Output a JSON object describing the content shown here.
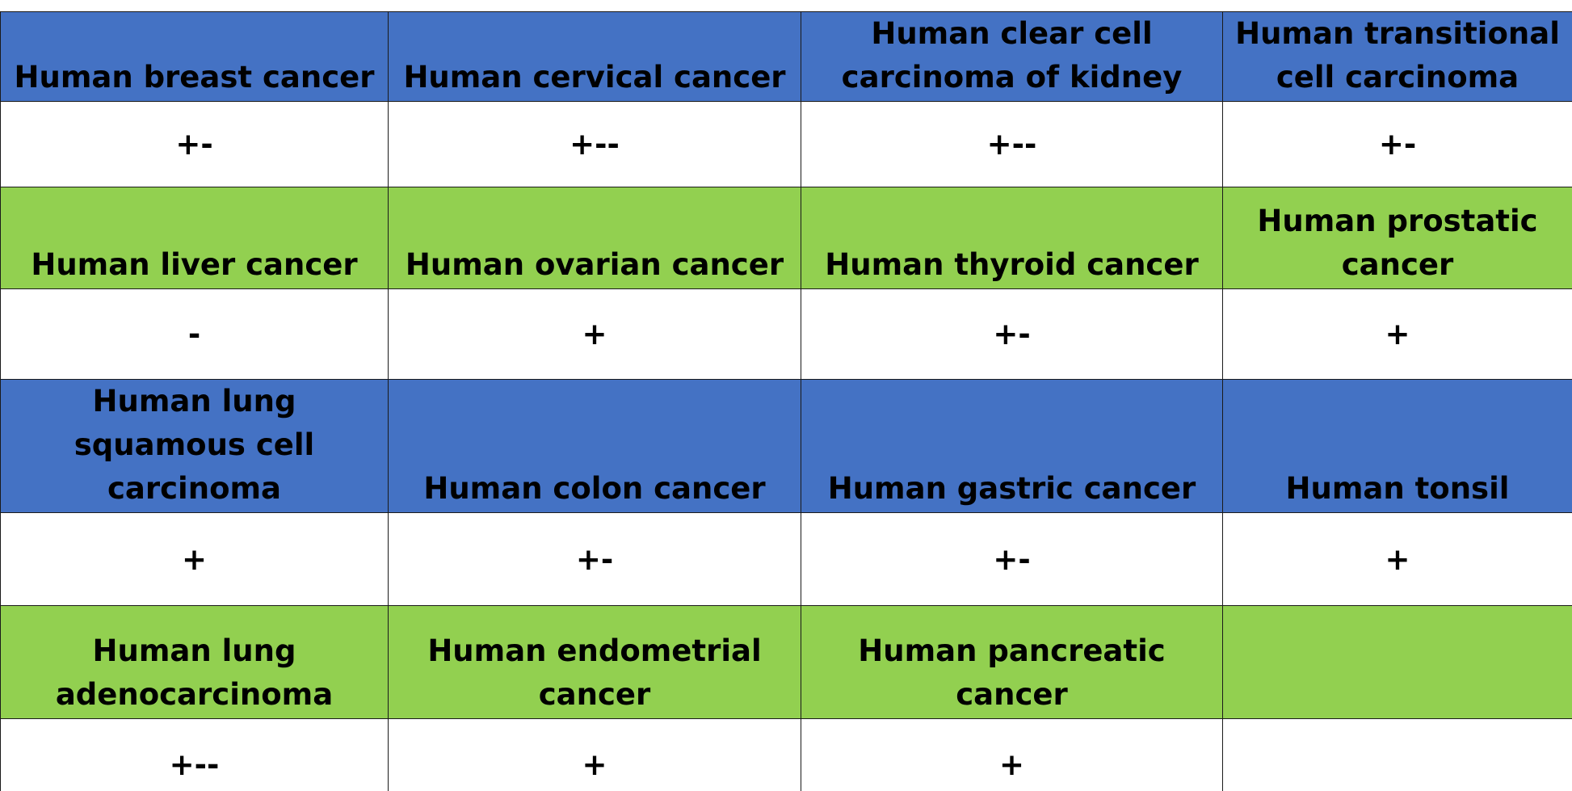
{
  "rows": [
    {
      "kind": "head",
      "color": "#4472c4",
      "cells": [
        "Human breast cancer",
        "Human cervical cancer",
        "Human clear cell carcinoma of kidney",
        "Human transitional cell carcinoma"
      ]
    },
    {
      "kind": "val",
      "cells": [
        "+-",
        "+--",
        "+--",
        "+-"
      ]
    },
    {
      "kind": "head",
      "color": "#92d050",
      "cells": [
        "Human liver cancer",
        "Human ovarian cancer",
        "Human thyroid cancer",
        "Human prostatic cancer"
      ]
    },
    {
      "kind": "val",
      "cells": [
        "-",
        "+",
        "+-",
        "+"
      ]
    },
    {
      "kind": "head",
      "color": "#4472c4",
      "cells": [
        "Human lung squamous cell carcinoma",
        "Human colon cancer",
        "Human gastric cancer",
        "Human tonsil"
      ]
    },
    {
      "kind": "val",
      "cells": [
        "+",
        "+-",
        "+-",
        "+"
      ]
    },
    {
      "kind": "head",
      "color": "#92d050",
      "cells": [
        "Human lung adenocarcinoma",
        "Human endometrial cancer",
        "Human pancreatic cancer",
        ""
      ]
    },
    {
      "kind": "val",
      "cells": [
        "+--",
        "+",
        "+",
        ""
      ]
    }
  ]
}
